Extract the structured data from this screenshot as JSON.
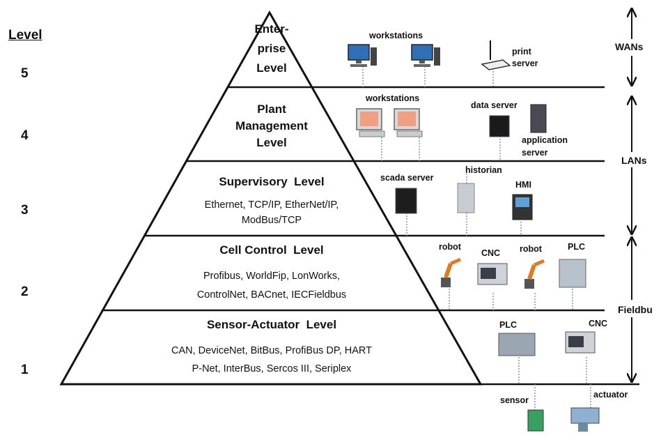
{
  "diagram": {
    "level_header": "Level",
    "levels": [
      {
        "number": "5",
        "title": "Enter-\nprise\nLevel",
        "protocols": ""
      },
      {
        "number": "4",
        "title": "Plant\nManagement\nLevel",
        "protocols": ""
      },
      {
        "number": "3",
        "title": "Supervisory  Level",
        "protocols": "Ethernet, TCP/IP, EtherNet/IP,\nModBus/TCP"
      },
      {
        "number": "2",
        "title": "Cell Control  Level",
        "protocols": "Profibus, WorldFip, LonWorks,\nControlNet, BACnet, IECFieldbus"
      },
      {
        "number": "1",
        "title": "Sensor-Actuator  Level",
        "protocols": "CAN, DeviceNet, BitBus, ProfiBus DP, HART\nP-Net, InterBus, Sercos III, Seriplex"
      }
    ],
    "devices": {
      "level5": [
        "workstations",
        "print\nserver"
      ],
      "level4": [
        "workstations",
        "data server",
        "application\nserver"
      ],
      "level3": [
        "scada server",
        "historian",
        "HMI"
      ],
      "level2": [
        "robot",
        "CNC",
        "robot",
        "PLC"
      ],
      "level1": [
        "PLC",
        "CNC"
      ],
      "field": [
        "sensor",
        "actuator"
      ]
    },
    "networks": [
      "WANs",
      "LANs",
      "Fieldbu"
    ],
    "colors": {
      "line": "#111111",
      "dotted": "#7f9ab4",
      "monitor": "#2f6fb5",
      "robot": "#e07b22",
      "text": "#111111"
    }
  }
}
